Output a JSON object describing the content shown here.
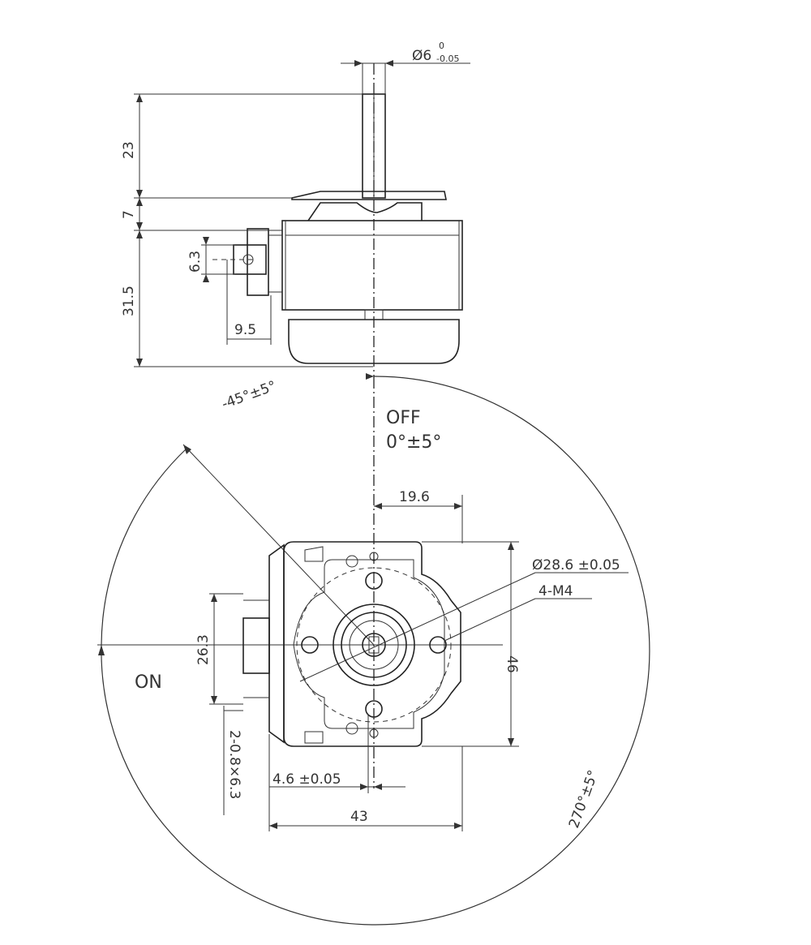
{
  "dimensions": {
    "shaft_dia": "Ø6",
    "shaft_tol_upper": "0",
    "shaft_tol_lower": "-0.05",
    "shaft_length": "23",
    "flange": "7",
    "body_height": "31.5",
    "terminal_height": "6.3",
    "terminal_offset": "9.5",
    "offset_19_6": "19.6",
    "bore": "Ø28.6 ±0.05",
    "screws": "4-M4",
    "height_46": "46",
    "terminal_spacing": "26.3",
    "terminal_size": "2-0.8×6.3",
    "shaft_offset": "4.6 ±0.05",
    "width": "43"
  },
  "angles": {
    "start": "-45°±5°",
    "off_label": "OFF",
    "off_angle": "0°±5°",
    "on_label": "ON",
    "range": "270°±5°"
  }
}
